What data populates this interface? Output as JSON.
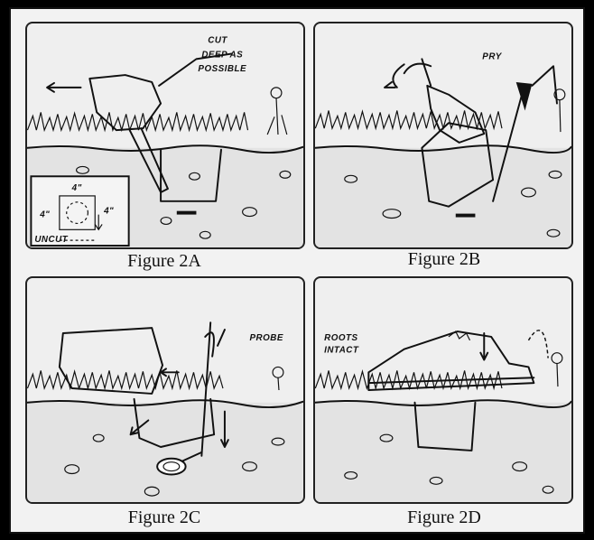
{
  "figures": [
    {
      "caption": "Figure 2A",
      "labels": {
        "cut": "CUT",
        "deep": "DEEP AS",
        "possible": "POSSIBLE",
        "dim_top": "4\"",
        "dim_left": "4\"",
        "dim_right": "4\"",
        "uncut": "UNCUT"
      }
    },
    {
      "caption": "Figure 2B",
      "labels": {
        "pry": "PRY"
      }
    },
    {
      "caption": "Figure 2C",
      "labels": {
        "probe": "PROBE"
      }
    },
    {
      "caption": "Figure 2D",
      "labels": {
        "roots": "ROOTS",
        "intact": "INTACT"
      }
    }
  ]
}
